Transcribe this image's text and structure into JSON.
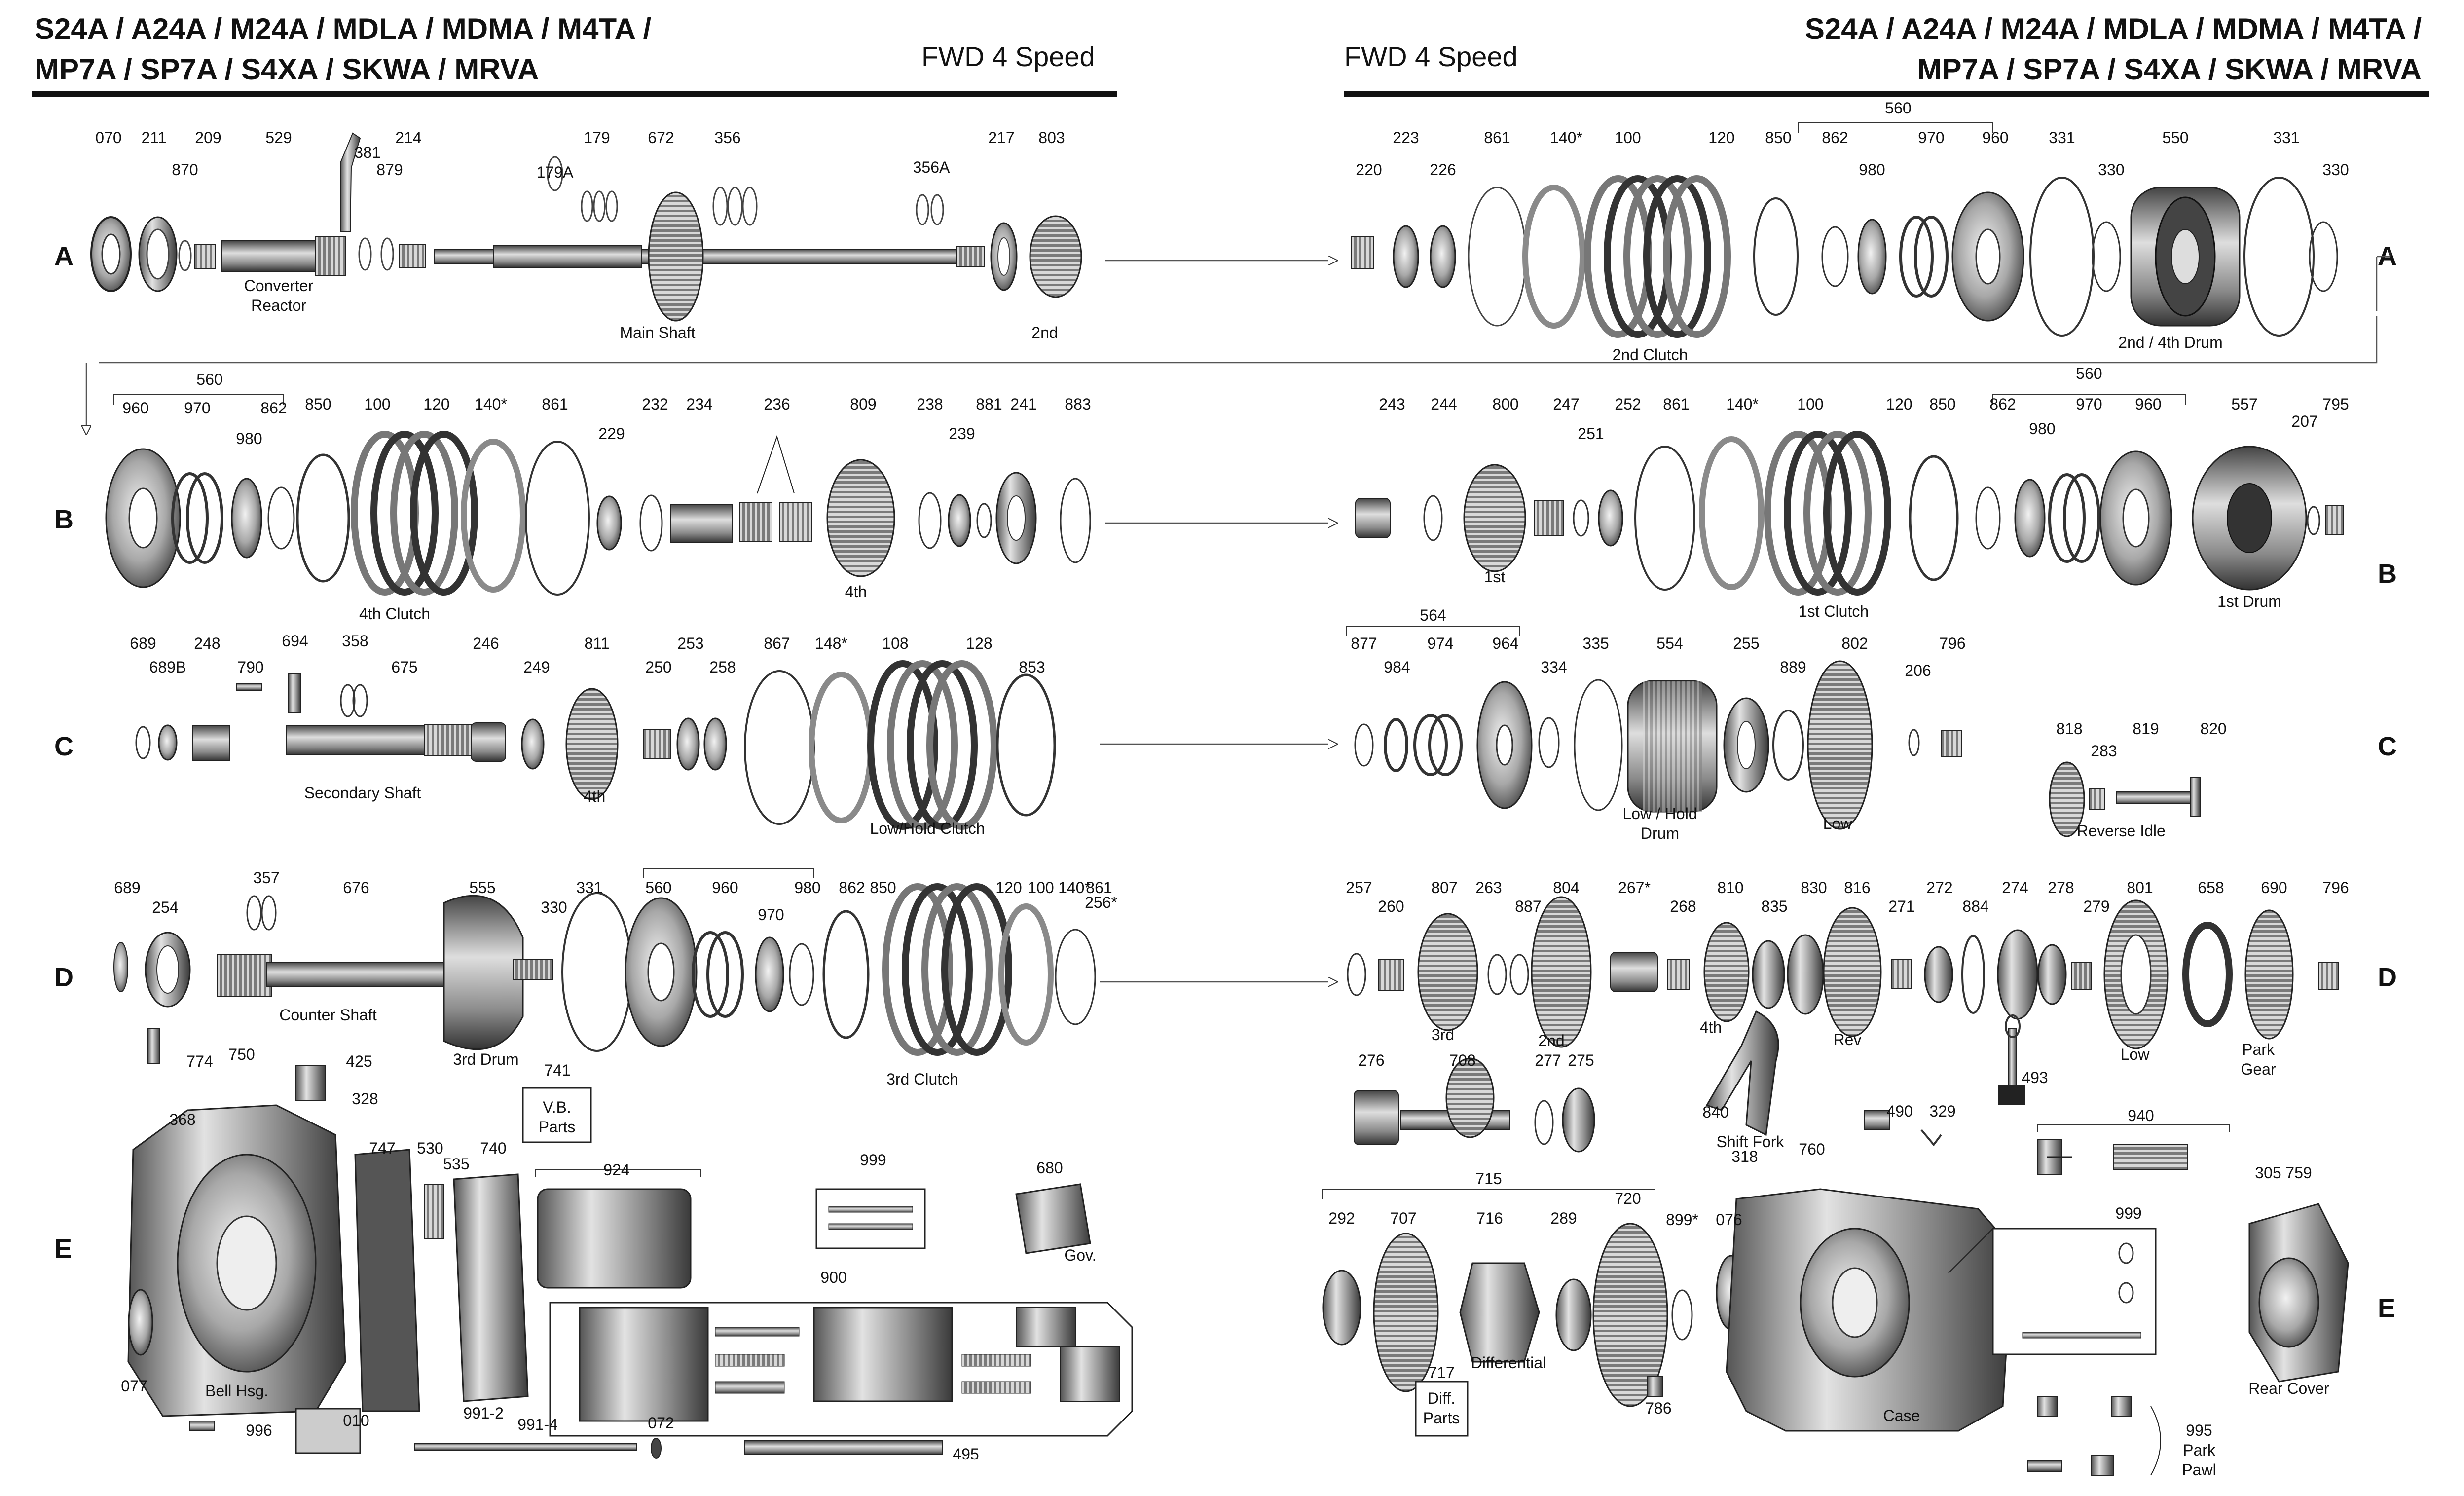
{
  "header": {
    "left_title_line1": "S24A / A24A / M24A / MDLA / MDMA / M4TA /",
    "left_title_line2": "MP7A / SP7A / S4XA / SKWA / MRVA",
    "left_subtitle": "FWD 4 Speed",
    "right_subtitle": "FWD 4 Speed",
    "right_title_line1": "S24A / A24A / M24A / MDLA / MDMA / M4TA /",
    "right_title_line2": "MP7A / SP7A / S4XA / SKWA / MRVA"
  },
  "rows": {
    "a_left": "A",
    "a_right": "A",
    "b_left": "B",
    "b_right": "B",
    "c_left": "C",
    "c_right": "C",
    "d_left": "D",
    "d_right": "D",
    "e_left": "E",
    "e_right": "E"
  },
  "part_numbers": {
    "a_left": [
      "070",
      "211",
      "870",
      "209",
      "529",
      "381",
      "879",
      "214",
      "179A",
      "179",
      "672",
      "356",
      "356A",
      "217",
      "803"
    ],
    "a_right": [
      "220",
      "223",
      "226",
      "861",
      "140*",
      "100",
      "120",
      "850",
      "560",
      "862",
      "980",
      "970",
      "960",
      "331",
      "330",
      "550",
      "331",
      "330"
    ],
    "b_left": [
      "560",
      "960",
      "970",
      "980",
      "862",
      "850",
      "100",
      "120",
      "140*",
      "861",
      "229",
      "232",
      "234",
      "236",
      "809",
      "238",
      "239",
      "881",
      "241",
      "883"
    ],
    "b_right": [
      "243",
      "244",
      "800",
      "247",
      "251",
      "252",
      "861",
      "140*",
      "100",
      "120",
      "850",
      "560",
      "862",
      "980",
      "970",
      "960",
      "557",
      "207",
      "795"
    ],
    "c_left": [
      "689",
      "689B",
      "248",
      "790",
      "694",
      "358",
      "675",
      "246",
      "249",
      "811",
      "250",
      "253",
      "258",
      "867",
      "148*",
      "108",
      "128",
      "853"
    ],
    "c_right": [
      "564",
      "877",
      "984",
      "974",
      "964",
      "334",
      "335",
      "554",
      "255",
      "889",
      "802",
      "206",
      "796",
      "818",
      "283",
      "819",
      "820"
    ],
    "d_left": [
      "689",
      "254",
      "357",
      "676",
      "555",
      "331",
      "330",
      "560",
      "960",
      "970",
      "980",
      "862",
      "850",
      "120",
      "100",
      "140*",
      "861",
      "256*"
    ],
    "d_right": [
      "257",
      "260",
      "807",
      "263",
      "887",
      "804",
      "267*",
      "268",
      "810",
      "835",
      "830",
      "816",
      "271",
      "272",
      "884",
      "274",
      "278",
      "279",
      "801",
      "658",
      "690",
      "796",
      "276",
      "708",
      "277",
      "275",
      "840",
      "318",
      "490",
      "329",
      "493"
    ],
    "e_left": [
      "774",
      "750",
      "425",
      "328",
      "368",
      "741",
      "747",
      "530",
      "535",
      "740",
      "924",
      "999",
      "680",
      "077",
      "900",
      "010",
      "991-2",
      "991-4",
      "072",
      "996",
      "495"
    ],
    "e_right": [
      "715",
      "292",
      "707",
      "716",
      "289",
      "720",
      "899*",
      "076",
      "760",
      "940",
      "999",
      "305",
      "759",
      "717",
      "786",
      "995"
    ]
  },
  "captions": {
    "converter_reactor_1": "Converter",
    "converter_reactor_2": "Reactor",
    "main_shaft": "Main Shaft",
    "second_gear": "2nd",
    "second_clutch": "2nd Clutch",
    "second_fourth_drum": "2nd / 4th Drum",
    "fourth_clutch": "4th Clutch",
    "fourth_b": "4th",
    "first": "1st",
    "first_clutch": "1st Clutch",
    "first_drum": "1st Drum",
    "secondary_shaft": "Secondary Shaft",
    "fourth_c": "4th",
    "low_hold_clutch": "Low/Hold Clutch",
    "low_hold_drum_1": "Low / Hold",
    "low_hold_drum_2": "Drum",
    "low_c": "Low",
    "reverse_idle": "Reverse Idle",
    "counter_shaft": "Counter Shaft",
    "third_drum": "3rd Drum",
    "third_clutch": "3rd Clutch",
    "third_d": "3rd",
    "second_d": "2nd",
    "fourth_d": "4th",
    "rev": "Rev",
    "low_d": "Low",
    "park_gear_1": "Park",
    "park_gear_2": "Gear",
    "shift_fork": "Shift Fork",
    "vb_parts_1": "V.B.",
    "vb_parts_2": "Parts",
    "gov": "Gov.",
    "bell_hsg": "Bell Hsg.",
    "differential": "Differential",
    "diff_parts_1": "Diff.",
    "diff_parts_2": "Parts",
    "case": "Case",
    "rear_cover": "Rear Cover",
    "park_pawl_1": "Park",
    "park_pawl_2": "Pawl"
  }
}
